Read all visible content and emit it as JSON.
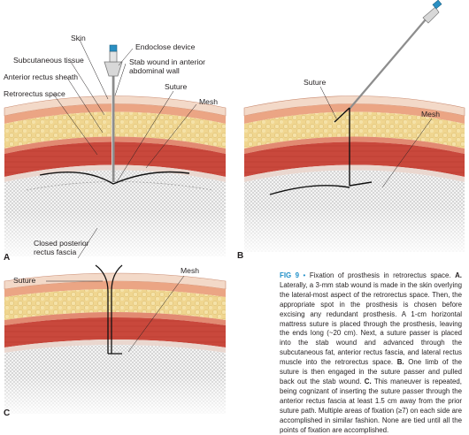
{
  "panels": {
    "a": {
      "letter": "A",
      "labels": {
        "skin": "Skin",
        "endoclose": "Endoclose device",
        "subcutaneous": "Subcutaneous tissue",
        "stab_wound": "Stab wound in anterior",
        "stab_wound_2": "abdominal wall",
        "anterior_sheath": "Anterior rectus sheath",
        "retrorectus": "Retrorectus space",
        "suture": "Suture",
        "mesh": "Mesh",
        "closed_posterior": "Closed posterior",
        "closed_posterior_2": "rectus fascia"
      }
    },
    "b": {
      "letter": "B",
      "labels": {
        "suture": "Suture",
        "mesh": "Mesh"
      }
    },
    "c": {
      "letter": "C",
      "labels": {
        "suture": "Suture",
        "mesh": "Mesh"
      }
    }
  },
  "caption": {
    "fig_label": "FIG 9",
    "bullet": "•",
    "text_1": "Fixation of prosthesis in retrorectus space.",
    "a_label": "A.",
    "text_a": "Laterally, a 3-mm stab wound is made in the skin overlying the lateral-most aspect of the retrorectus space. Then, the appropriate spot in the prosthesis is chosen before excising any redundant prosthesis. A 1-cm horizontal mattress suture is placed through the prosthesis, leaving the ends long (~20 cm). Next, a suture passer is placed into the stab wound and advanced through the subcutaneous fat, anterior rectus fascia, and lateral rectus muscle into the retrorectus space.",
    "b_label": "B.",
    "text_b": "One limb of the suture is then engaged in the suture passer and pulled back out the stab wound.",
    "c_label": "C.",
    "text_c": "This maneuver is repeated, being cognizant of inserting the suture passer through the anterior rectus fascia at least 1.5 cm away from the prior suture path. Multiple areas of fixation (≥7) on each side are accomplished in similar fashion. None are tied until all the points of fixation are accomplished."
  },
  "colors": {
    "skin": "#f3d9c8",
    "dermis": "#eba584",
    "fat": "#f0d690",
    "sheath": "#e28a72",
    "muscle": "#c9483c",
    "posterior": "#ead7cf",
    "mesh": "#cfcfcf",
    "caption_accent": "#1f8fc8"
  }
}
